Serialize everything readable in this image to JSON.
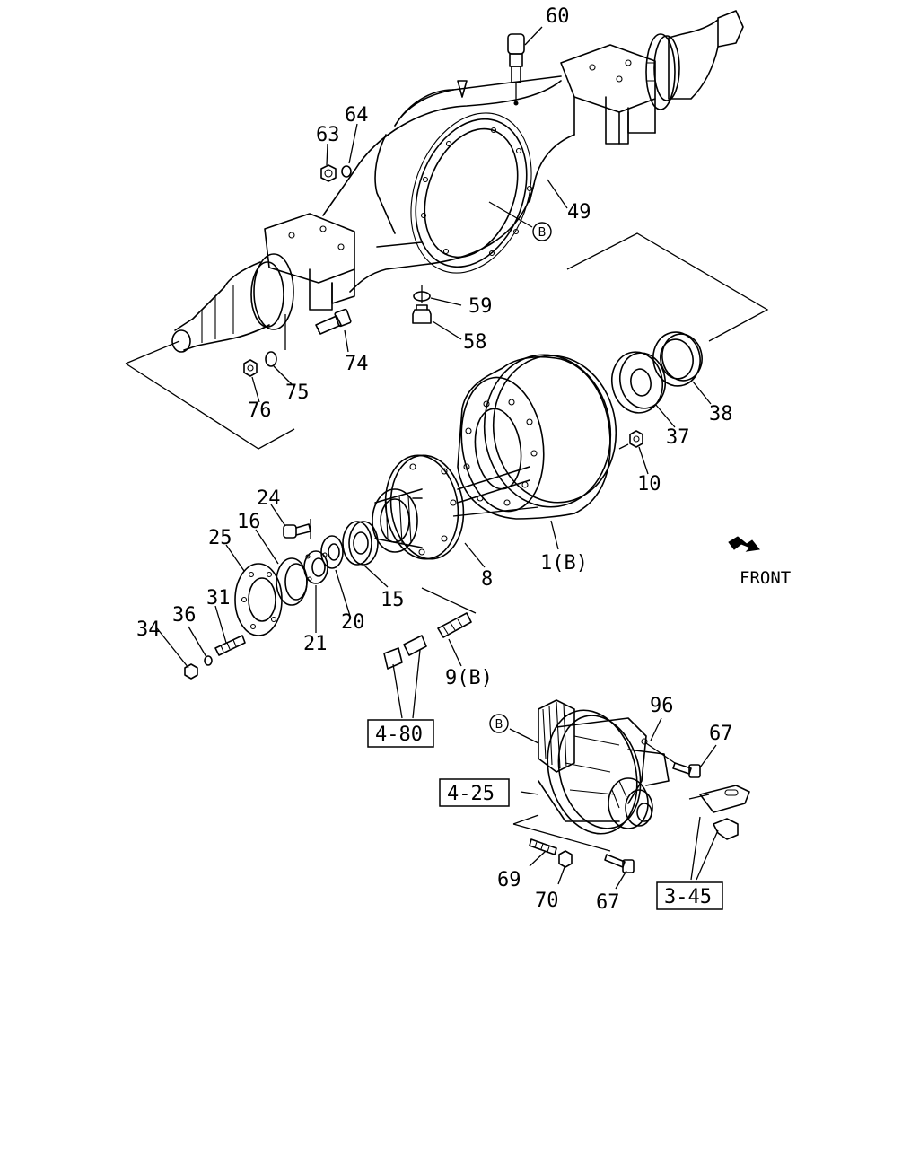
{
  "part_labels": {
    "p60": "60",
    "p64": "64",
    "p63": "63",
    "p49": "49",
    "p59": "59",
    "p58": "58",
    "p74": "74",
    "p75": "75",
    "p76": "76",
    "p38": "38",
    "p37": "37",
    "p10": "10",
    "p24": "24",
    "p16": "16",
    "p25": "25",
    "p31": "31",
    "p36": "36",
    "p34": "34",
    "p21": "21",
    "p20": "20",
    "p15": "15",
    "p8": "8",
    "p1b": "1(B)",
    "p9b": "9(B)",
    "p96": "96",
    "p67a": "67",
    "p67b": "67",
    "p69": "69",
    "p70": "70"
  },
  "ref_boxes": {
    "r480": "4-80",
    "r425": "4-25",
    "r345": "3-45"
  },
  "circle_markers": {
    "b1": "B",
    "b2": "B"
  },
  "direction_label": "FRONT"
}
